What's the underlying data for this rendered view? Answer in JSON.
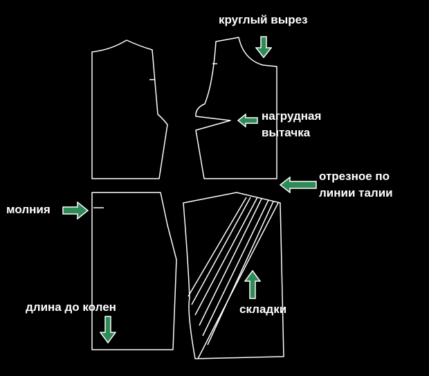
{
  "colors": {
    "background": "#000000",
    "outline": "#ffffff",
    "arrow_fill": "#2e8b57",
    "arrow_stroke": "#ffffff",
    "text": "#ffffff"
  },
  "labels": {
    "round_neckline": "круглый вырез",
    "bust_dart_line1": "нагрудная",
    "bust_dart_line2": "вытачка",
    "waist_seam_line1": "отрезное по",
    "waist_seam_line2": "линии талии",
    "zipper": "молния",
    "knee_length": "длина до колен",
    "pleats": "складки"
  },
  "icons": {
    "neckline": "arrow-down-icon",
    "dart": "arrow-left-icon",
    "waist": "arrow-left-icon",
    "zipper": "arrow-right-icon",
    "length": "arrow-down-icon",
    "pleats": "arrow-up-icon"
  }
}
